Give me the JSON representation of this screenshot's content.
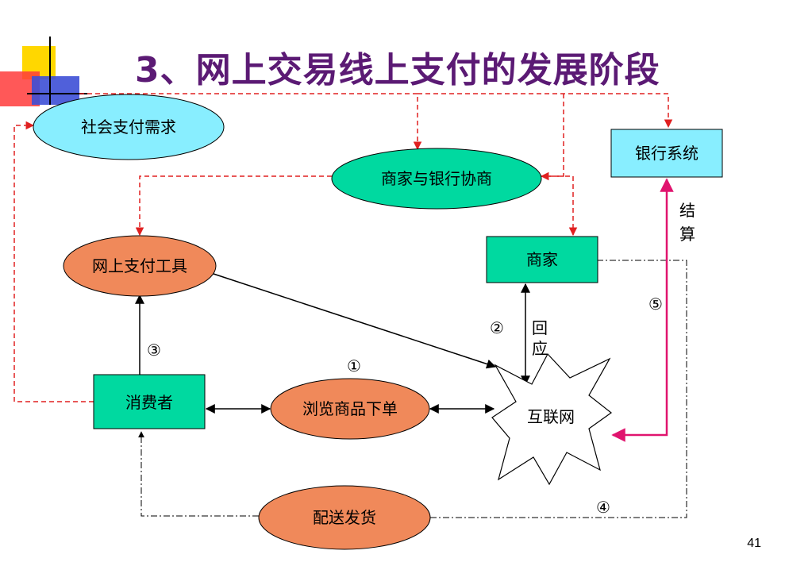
{
  "title": "3、网上交易线上支付的发展阶段",
  "page_number": "41",
  "nodes": {
    "social_demand": "社会支付需求",
    "negotiation": "商家与银行协商",
    "bank_system": "银行系统",
    "payment_tool": "网上支付工具",
    "merchant": "商家",
    "consumer": "消费者",
    "browse_order": "浏览商品下单",
    "internet": "互联网",
    "delivery": "配送发货"
  },
  "labels": {
    "step1": "①",
    "step2": "②",
    "step3": "③",
    "step4": "④",
    "step5": "⑤",
    "settle_1": "结",
    "settle_2": "算",
    "respond_1": "回",
    "respond_2": "应"
  },
  "colors": {
    "title": "#5b1a74",
    "light_blue": "#88eeff",
    "teal": "#00d9a0",
    "orange": "#f0895a",
    "red_dashed": "#e02020",
    "magenta": "#e0146e",
    "decor_yellow": "#ffd700",
    "decor_red": "#ff3b3b",
    "decor_blue": "#3d4fd6"
  }
}
